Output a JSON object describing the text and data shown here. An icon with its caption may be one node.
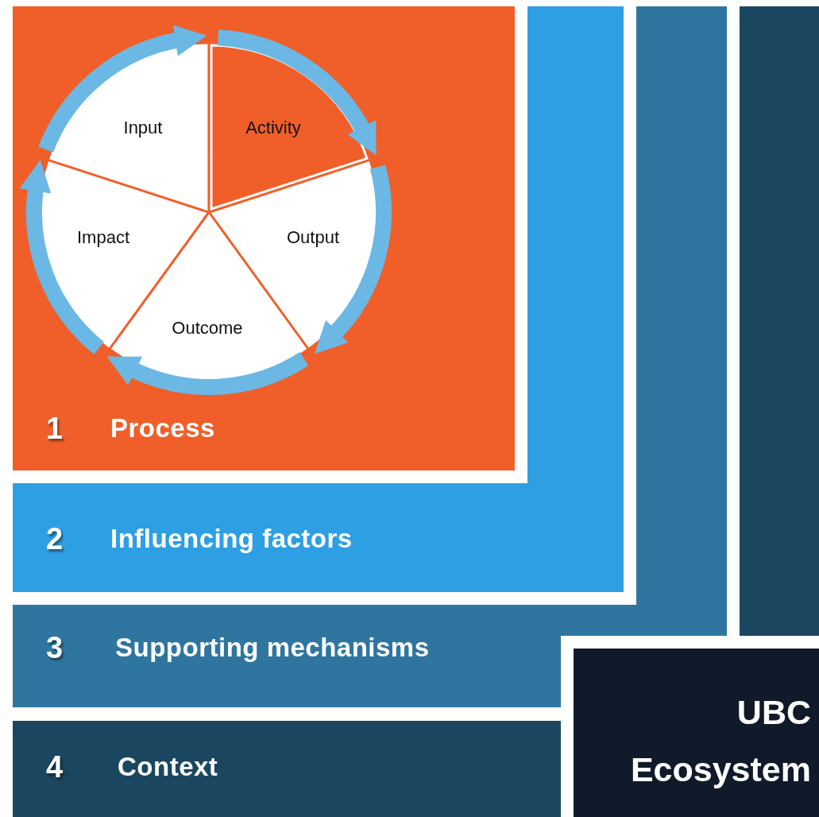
{
  "diagram": {
    "nodes": [
      {
        "text": [
          "1",
          "Process"
        ]
      },
      {
        "text": [
          "2",
          "Influencing factors"
        ]
      },
      {
        "text": [
          "3",
          "Supporting mechanisms"
        ]
      },
      {
        "text": [
          "4",
          "Context"
        ]
      },
      {
        "text": [
          "UBC Ecosystem"
        ]
      },
      {
        "text": [
          "Input"
        ],
        "in": 0
      },
      {
        "text": [
          "Activity"
        ],
        "in": 0
      },
      {
        "text": [
          "Output"
        ],
        "in": 0
      },
      {
        "text": [
          "Outcome"
        ],
        "in": 0
      },
      {
        "text": [
          "Impact"
        ],
        "in": 0
      },
      {
        "text": [],
        "shape": "bar"
      },
      {
        "text": [],
        "shape": "bar"
      },
      {
        "text": [],
        "shape": "bar"
      },
      {
        "text": [],
        "shape": "bar"
      }
    ],
    "edges": [
      {
        "from": 5,
        "to": 6,
        "arrow": "to"
      },
      {
        "from": 6,
        "to": 7,
        "arrow": "to"
      },
      {
        "from": 7,
        "to": 8,
        "arrow": "to"
      },
      {
        "from": 8,
        "to": 9,
        "arrow": "to"
      },
      {
        "from": 9,
        "to": 5,
        "arrow": "to"
      }
    ]
  }
}
